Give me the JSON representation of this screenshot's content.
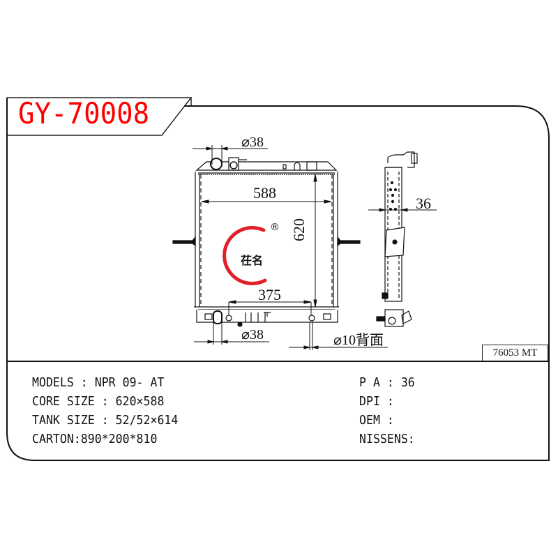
{
  "header": {
    "part_number": "GY-70008",
    "part_number_color": "#ff0000"
  },
  "drawing": {
    "front_view": {
      "dim_top_inlet": "⌀38",
      "dim_core_width": "588",
      "dim_core_height": "620",
      "dim_bottom_span": "375",
      "dim_bottom_outlet": "⌀38",
      "dim_back_hole": "⌀10背面"
    },
    "side_view": {
      "dim_core_thickness": "36"
    },
    "logo": {
      "text": "茌名",
      "registered_mark": "®",
      "arc_color": "#e0141e"
    }
  },
  "reference_code": "76053 MT",
  "specs": {
    "left": [
      {
        "label": "MODELS : NPR 09- AT"
      },
      {
        "label": "CORE SIZE : 620×588"
      },
      {
        "label": "TANK SIZE : 52/52×614"
      },
      {
        "label": "CARTON:890*200*810"
      }
    ],
    "right": [
      {
        "label": "P A : 36"
      },
      {
        "label": "DPI :"
      },
      {
        "label": "OEM :"
      },
      {
        "label": "NISSENS:"
      }
    ]
  }
}
